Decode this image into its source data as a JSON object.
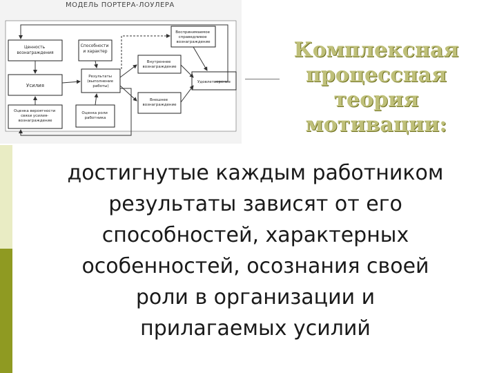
{
  "slide": {
    "diagram_caption": "МОДЕЛЬ ПОРТЕРА-ЛОУЛЕРА",
    "title_lines": [
      "Комплексная",
      "процессная теория",
      "мотивации:"
    ],
    "body_lines": [
      "достигнутые каждым работником",
      "результаты зависят от его",
      "способностей, характерных",
      "особенностей, осознания своей",
      "роли в организации и",
      "прилагаемых усилий"
    ]
  },
  "diagram": {
    "boxes": {
      "value_of_reward": "Ценность вознаграждения",
      "abilities": "Способности и характер",
      "effort": "Усилия",
      "results": "Результаты (выполнение работы)",
      "intrinsic": "Внутреннее вознаграждение",
      "perceived_fair": "Воспринимаемое справедливое вознаграждение",
      "satisfaction": "Удовлетворение",
      "extrinsic": "Внешнее вознаграждение",
      "expectancy": "Оценка вероятности связи усилия-вознаграждение",
      "role_perception": "Оценка роли работника"
    }
  }
}
